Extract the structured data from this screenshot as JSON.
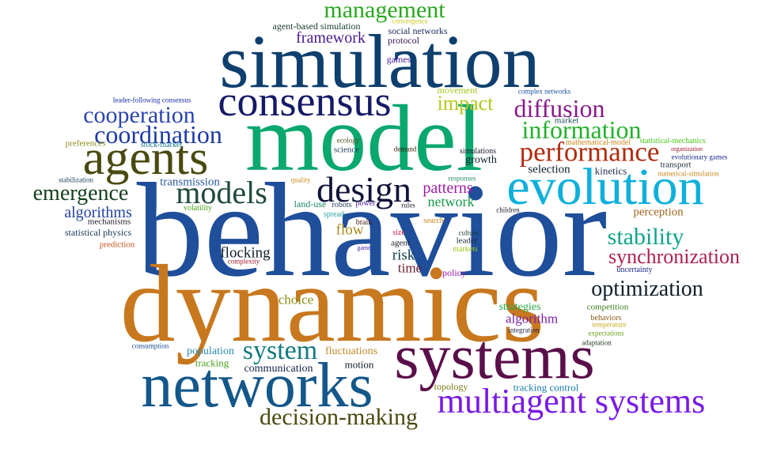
{
  "words": [
    {
      "text": "behavior",
      "color": "#1f4e9a"
    },
    {
      "text": "dynamics",
      "color": "#c8781e"
    },
    {
      "text": "model",
      "color": "#0aa86e"
    },
    {
      "text": "simulation",
      "color": "#0e3f6e"
    },
    {
      "text": "networks",
      "color": "#14578a"
    },
    {
      "text": "systems",
      "color": "#5a0f4a"
    },
    {
      "text": "evolution",
      "color": "#0cb0dc"
    },
    {
      "text": "agents",
      "color": "#4a4a10"
    },
    {
      "text": "consensus",
      "color": "#141a66"
    },
    {
      "text": "multiagent systems",
      "color": "#7a1ae6"
    },
    {
      "text": "design",
      "color": "#10143a"
    },
    {
      "text": "models",
      "color": "#204a3a"
    },
    {
      "text": "performance",
      "color": "#b02a0e"
    },
    {
      "text": "management",
      "color": "#28a81e"
    },
    {
      "text": "system",
      "color": "#127a80"
    },
    {
      "text": "decision-making",
      "color": "#4a4a10"
    },
    {
      "text": "coordination",
      "color": "#1e3aa8"
    },
    {
      "text": "information",
      "color": "#22b22a"
    },
    {
      "text": "diffusion",
      "color": "#8a1a8a"
    },
    {
      "text": "cooperation",
      "color": "#2a44b0"
    },
    {
      "text": "emergence",
      "color": "#16401e"
    },
    {
      "text": "optimization",
      "color": "#0e1e2a"
    },
    {
      "text": "synchronization",
      "color": "#b02050"
    },
    {
      "text": "stability",
      "color": "#10a48a"
    },
    {
      "text": "impact",
      "color": "#b4c81a"
    },
    {
      "text": "algorithms",
      "color": "#2244a0"
    },
    {
      "text": "framework",
      "color": "#4a1a90"
    },
    {
      "text": "patterns",
      "color": "#a01aa8"
    },
    {
      "text": "flocking",
      "color": "#0e1e2a"
    },
    {
      "text": "network",
      "color": "#189a4a"
    },
    {
      "text": "flow",
      "color": "#a88a1a"
    },
    {
      "text": "risk",
      "color": "#0e3a4e"
    },
    {
      "text": "choice",
      "color": "#8a8a14"
    },
    {
      "text": "algorithm",
      "color": "#7a20a8"
    },
    {
      "text": "fluctuations",
      "color": "#c0882a"
    },
    {
      "text": "perception",
      "color": "#a0641e"
    },
    {
      "text": "transmission",
      "color": "#2a5aa0"
    },
    {
      "text": "time",
      "color": "#6a1a2a"
    },
    {
      "text": "selection",
      "color": "#0e1e2a"
    },
    {
      "text": "population",
      "color": "#2a8ab0"
    },
    {
      "text": "strategies",
      "color": "#28a84a"
    },
    {
      "text": "communication",
      "color": "#14204a"
    },
    {
      "text": "growth",
      "color": "#0e1e2a"
    },
    {
      "text": "kinetics",
      "color": "#1a2a4a"
    },
    {
      "text": "tracking control",
      "color": "#1a7ab0"
    },
    {
      "text": "motion",
      "color": "#0e1e2a"
    },
    {
      "text": "tracking",
      "color": "#48a01a"
    },
    {
      "text": "land-use",
      "color": "#1a8a6a"
    },
    {
      "text": "statistical physics",
      "color": "#1a3a5a"
    },
    {
      "text": "social networks",
      "color": "#1a2a5a"
    },
    {
      "text": "agent-based simulation",
      "color": "#1a3a2a"
    },
    {
      "text": "policy",
      "color": "#a01ab0"
    },
    {
      "text": "topology",
      "color": "#7a7a14"
    },
    {
      "text": "games",
      "color": "#4a1aa0"
    },
    {
      "text": "competition",
      "color": "#3a7a1a"
    },
    {
      "text": "protocol",
      "color": "#3a1a5a"
    },
    {
      "text": "movement",
      "color": "#a0c81a"
    },
    {
      "text": "transport",
      "color": "#1a2a3a"
    },
    {
      "text": "leader",
      "color": "#1a2a3a"
    },
    {
      "text": "agent",
      "color": "#1a1a2a"
    },
    {
      "text": "mechanisms",
      "color": "#1a1a2a"
    },
    {
      "text": "market",
      "color": "#1a4a5a"
    },
    {
      "text": "behaviors",
      "color": "#8a5a1a"
    },
    {
      "text": "search",
      "color": "#c8881a"
    },
    {
      "text": "statistical-mechanics",
      "color": "#48c81a"
    },
    {
      "text": "preferences",
      "color": "#8a8a1a"
    },
    {
      "text": "stock-market",
      "color": "#1a7a8a"
    },
    {
      "text": "prediction",
      "color": "#c8501a"
    },
    {
      "text": "science",
      "color": "#1a3a5a"
    },
    {
      "text": "mathematical-model",
      "color": "#c8881a"
    },
    {
      "text": "uncertainty",
      "color": "#1a2a8a"
    },
    {
      "text": "simulations",
      "color": "#1a1a2a"
    },
    {
      "text": "brain",
      "color": "#3a1a0a"
    },
    {
      "text": "complex networks",
      "color": "#1a4aa0"
    },
    {
      "text": "evolutionary games",
      "color": "#1a2a8a"
    },
    {
      "text": "numerical-simulation",
      "color": "#c8881a"
    },
    {
      "text": "power",
      "color": "#4a1aa0"
    },
    {
      "text": "leader-following consensus",
      "color": "#1a2aa0"
    },
    {
      "text": "organization",
      "color": "#a01a2a"
    },
    {
      "text": "volatility",
      "color": "#48a01a"
    },
    {
      "text": "markets",
      "color": "#a0c81a"
    },
    {
      "text": "stabilization",
      "color": "#1a3a5a"
    },
    {
      "text": "temperature",
      "color": "#c8a81a"
    },
    {
      "text": "expectations",
      "color": "#6aa01a"
    },
    {
      "text": "spread",
      "color": "#2aa0a0"
    },
    {
      "text": "integration",
      "color": "#1a1a3a"
    },
    {
      "text": "adaptation",
      "color": "#1a3a1a"
    },
    {
      "text": "ecology",
      "color": "#4a4a1a"
    },
    {
      "text": "quality",
      "color": "#c8881a"
    },
    {
      "text": "rules",
      "color": "#1a1a2a"
    },
    {
      "text": "size",
      "color": "#c81a4a"
    },
    {
      "text": "responses",
      "color": "#2a8a6a"
    },
    {
      "text": "culture",
      "color": "#1a3a2a"
    },
    {
      "text": "robots",
      "color": "#1a3a5a"
    },
    {
      "text": "complexity",
      "color": "#a01a2a"
    },
    {
      "text": "game",
      "color": "#4a1aa0"
    },
    {
      "text": "children",
      "color": "#1a1a2a"
    },
    {
      "text": "consumption",
      "color": "#1a4a8a"
    },
    {
      "text": "demand",
      "color": "#3a1a0a"
    },
    {
      "text": "convergence",
      "color": "#c8c81a"
    }
  ]
}
